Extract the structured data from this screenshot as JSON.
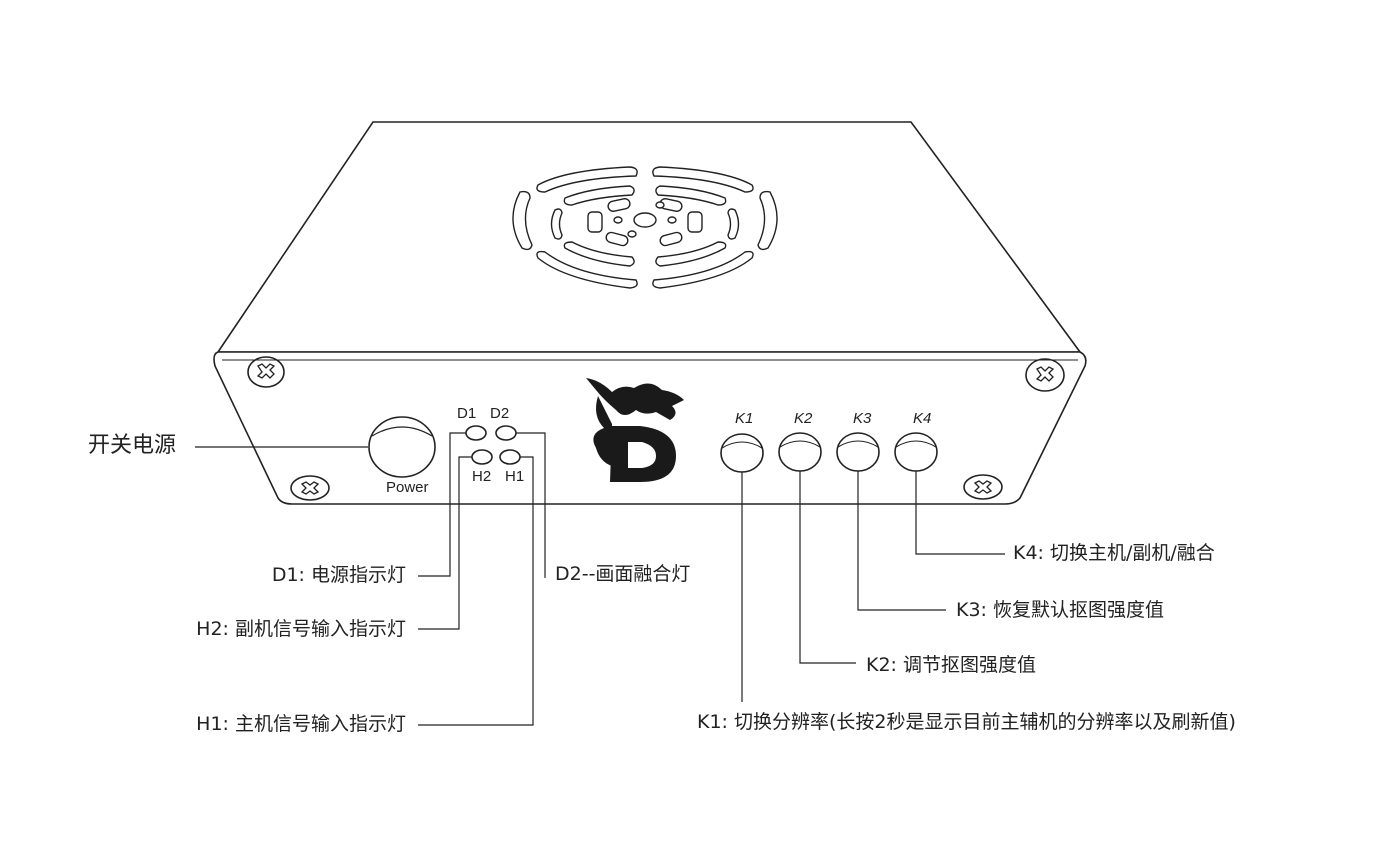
{
  "device": {
    "power_switch_label": "开关电源",
    "power_text": "Power",
    "leds": {
      "d1": "D1",
      "d2": "D2",
      "h2": "H2",
      "h1": "H1"
    },
    "keys": [
      "K1",
      "K2",
      "K3",
      "K4"
    ]
  },
  "callouts": {
    "d1": "D1: 电源指示灯",
    "h2": "H2: 副机信号输入指示灯",
    "h1": "H1: 主机信号输入指示灯",
    "d2": "D2--画面融合灯",
    "k4": "K4: 切换主机/副机/融合",
    "k3": "K3: 恢复默认抠图强度值",
    "k2": "K2: 调节抠图强度值",
    "k1": "K1: 切换分辨率(长按2秒是显示目前主辅机的分辨率以及刷新值)"
  },
  "colors": {
    "line": "#222222",
    "logo": "#1a1a1a"
  }
}
